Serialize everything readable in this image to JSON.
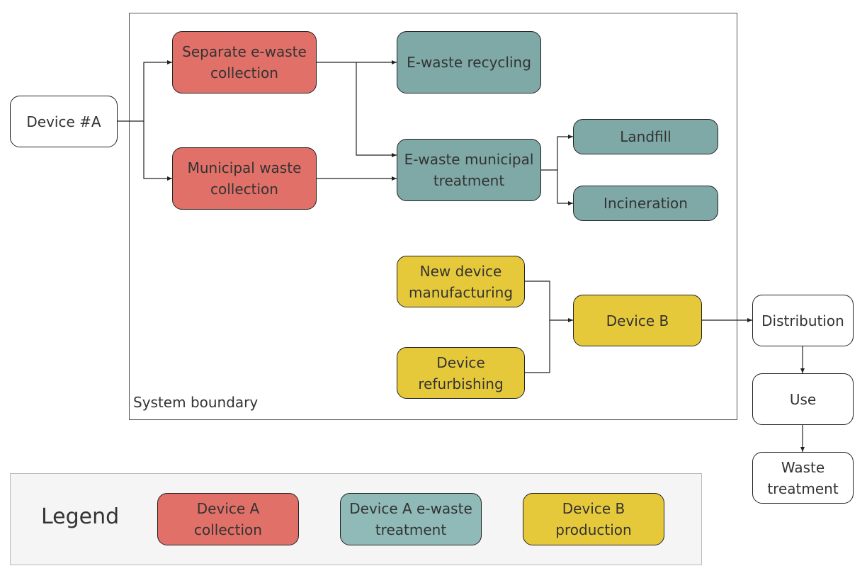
{
  "diagram": {
    "boundary_label": "System boundary",
    "nodes": {
      "device_a": "Device #A",
      "separate_collection": "Separate e-waste\ncollection",
      "municipal_collection": "Municipal waste\ncollection",
      "ewaste_recycling": "E-waste recycling",
      "ewaste_municipal_treatment": "E-waste municipal\ntreatment",
      "landfill": "Landfill",
      "incineration": "Incineration",
      "new_device_manufacturing": "New device\nmanufacturing",
      "device_refurbishing": "Device\nrefurbishing",
      "device_b": "Device B",
      "distribution": "Distribution",
      "use": "Use",
      "waste_treatment": "Waste\ntreatment"
    },
    "colors": {
      "collection": "#e07068",
      "treatment": "#7fa9a6",
      "production": "#e6c93b",
      "outside": "#ffffff"
    }
  },
  "legend": {
    "title": "Legend",
    "items": [
      {
        "label": "Device A\ncollection",
        "color": "#e07068"
      },
      {
        "label": "Device A e-waste\ntreatment",
        "color": "#8fbab7"
      },
      {
        "label": "Device B\nproduction",
        "color": "#e6c93b"
      }
    ]
  }
}
